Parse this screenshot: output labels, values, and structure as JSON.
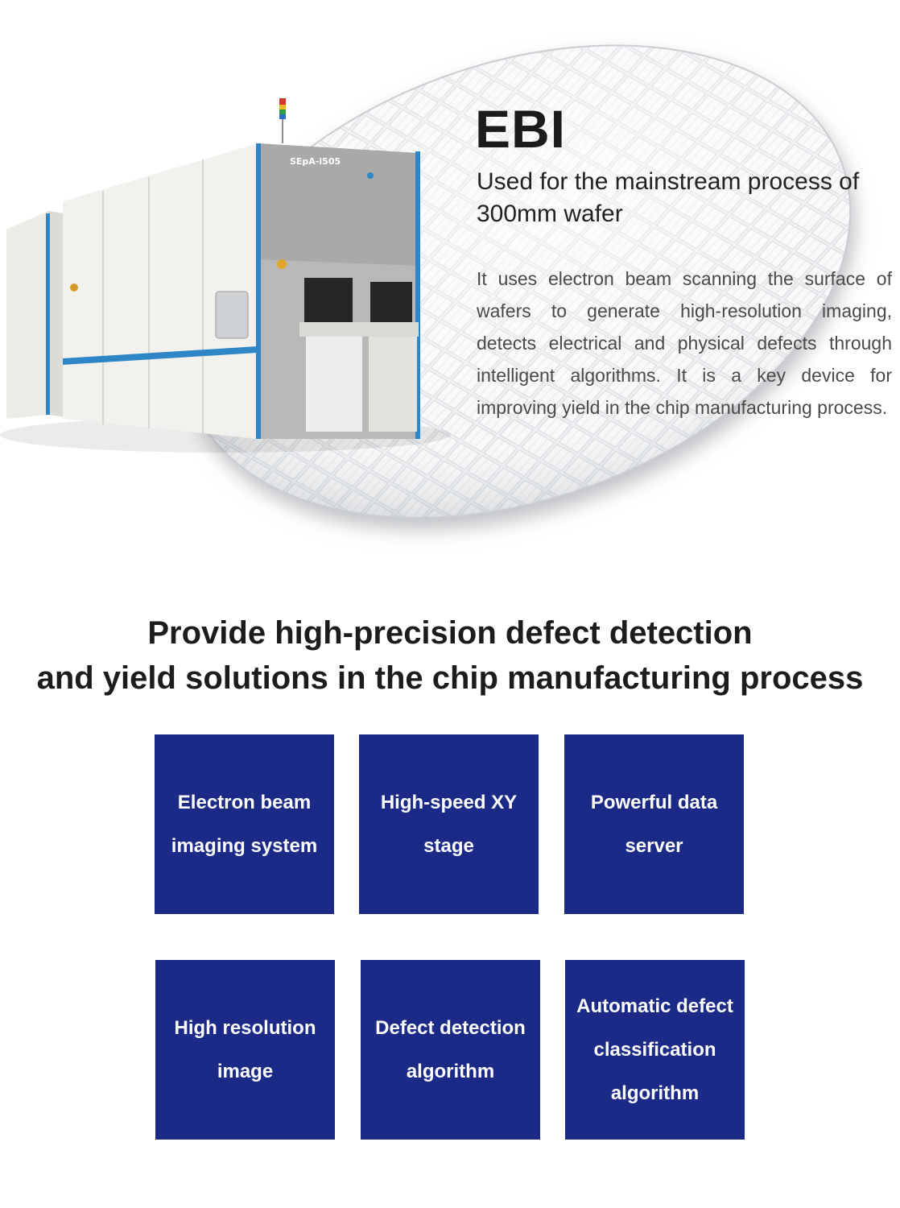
{
  "hero": {
    "machine_label": "SEpA-i505",
    "title": "EBI",
    "subtitle": "Used for the mainstream process of 300mm wafer",
    "description": "It uses electron beam scanning the surface of wafers to generate high-resolution imaging, detects electrical and physical defects through intelligent algorithms. It is a key device for improving yield in the chip manufacturing process.",
    "accent_color": "#2f86c6"
  },
  "section": {
    "heading_line1": "Provide high-precision defect detection",
    "heading_line2": "and yield solutions in the chip manufacturing process"
  },
  "features": [
    {
      "label": "Electron beam imaging system"
    },
    {
      "label": "High-speed XY stage"
    },
    {
      "label": "Powerful data server"
    },
    {
      "label": "High resolution image"
    },
    {
      "label": "Defect detection algorithm"
    },
    {
      "label": "Automatic defect classification algorithm"
    }
  ],
  "colors": {
    "tile_background": "#1a2a86",
    "tile_text": "#ffffff",
    "heading_text": "#1c1c1c",
    "body_text": "#4a4a4a"
  }
}
